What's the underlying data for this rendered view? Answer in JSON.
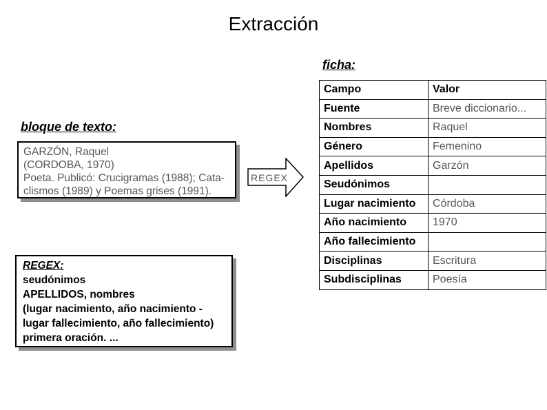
{
  "title": "Extracción",
  "ficha": {
    "label": "ficha:"
  },
  "table": {
    "headers": [
      "Campo",
      "Valor"
    ],
    "rows": [
      [
        "Fuente",
        "Breve diccionario..."
      ],
      [
        "Nombres",
        "Raquel"
      ],
      [
        "Género",
        "Femenino"
      ],
      [
        "Apellidos",
        "Garzón"
      ],
      [
        "Seudónimos",
        ""
      ],
      [
        "Lugar nacimiento",
        "Córdoba"
      ],
      [
        "Año nacimiento",
        "1970"
      ],
      [
        "Año fallecimiento",
        ""
      ],
      [
        "Disciplinas",
        "Escritura"
      ],
      [
        "Subdisciplinas",
        "Poesía"
      ]
    ]
  },
  "bloque": {
    "label": "bloque de texto:",
    "lines": [
      "GARZÓN, Raquel",
      "(CORDOBA, 1970)",
      "Poeta. Publicó: Crucigramas (1988); Cata-",
      "clismos (1989) y Poemas grises (1991)."
    ]
  },
  "arrow": {
    "label": "REGEX"
  },
  "regex": {
    "heading": "REGEX:",
    "lines": [
      "seudónimos",
      "APELLIDOS, nombres",
      "(lugar nacimiento, año nacimiento -",
      "lugar fallecimiento, año fallecimiento)",
      "primera oración. ..."
    ]
  },
  "colors": {
    "background": "#ffffff",
    "border": "#000000",
    "shadow": "#8f8f8f",
    "bold_text": "#000000",
    "regular_text": "#555555"
  }
}
